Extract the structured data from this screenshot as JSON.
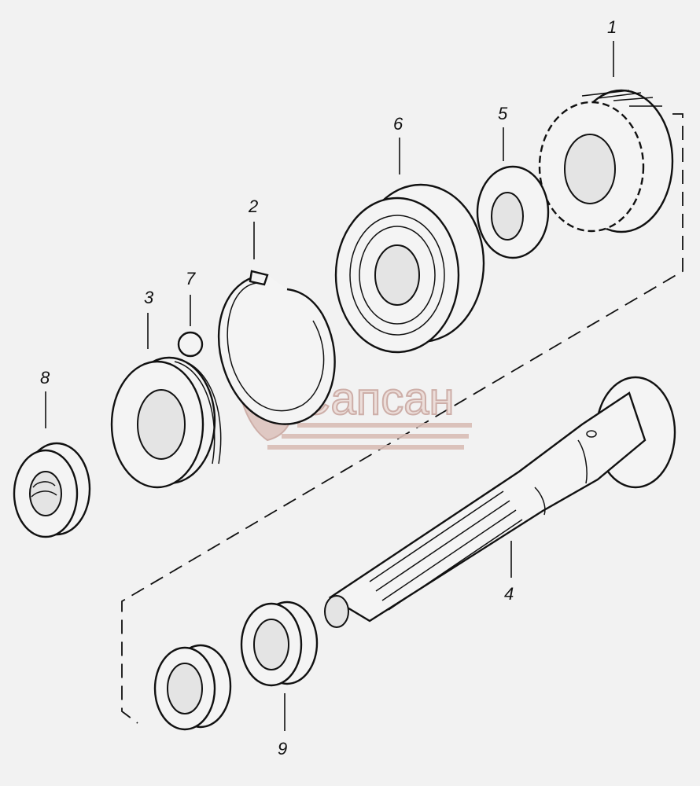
{
  "callouts": [
    {
      "id": "1",
      "label": "1"
    },
    {
      "id": "2",
      "label": "2"
    },
    {
      "id": "3",
      "label": "3"
    },
    {
      "id": "4",
      "label": "4"
    },
    {
      "id": "5",
      "label": "5"
    },
    {
      "id": "6",
      "label": "6"
    },
    {
      "id": "7",
      "label": "7"
    },
    {
      "id": "8",
      "label": "8"
    },
    {
      "id": "9",
      "label": "9"
    }
  ],
  "watermark": {
    "text": "Сапсан"
  },
  "colors": {
    "ink": "#111111",
    "watermark": "#c9a7a0",
    "background": "#f2f2f2"
  }
}
